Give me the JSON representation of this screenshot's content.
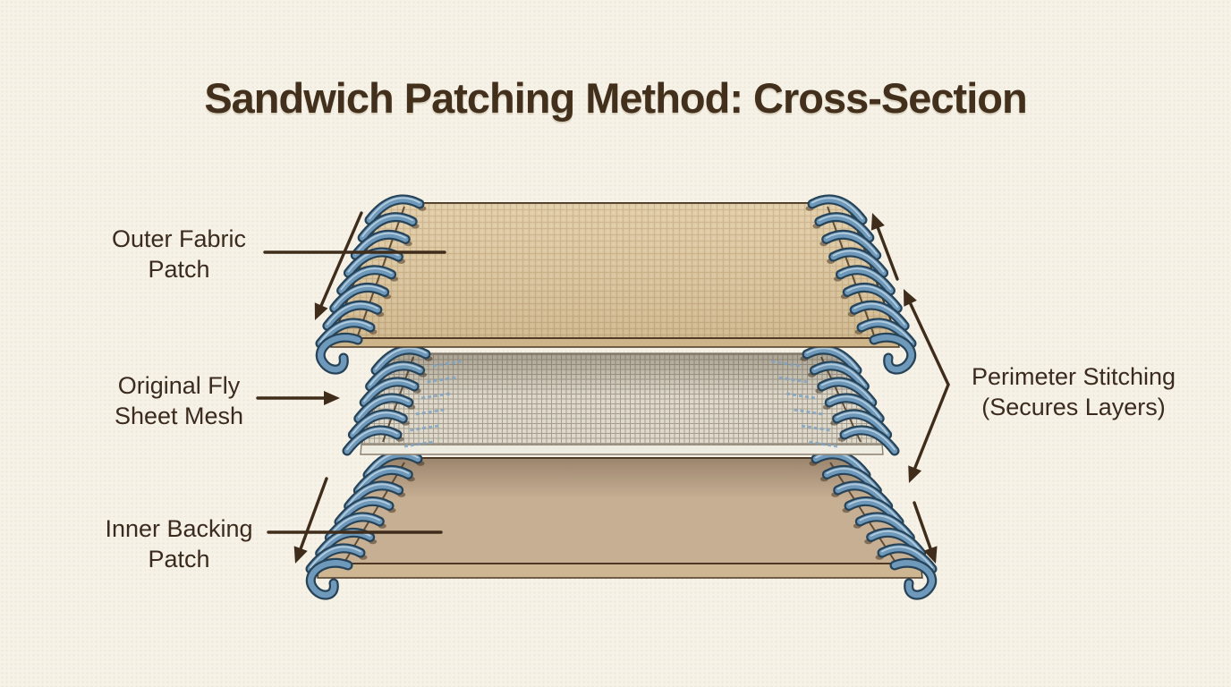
{
  "title": "Sandwich Patching Method: Cross-Section",
  "labels": {
    "outer": {
      "line1": "Outer Fabric",
      "line2": "Patch"
    },
    "mesh": {
      "line1": "Original Fly",
      "line2": "Sheet Mesh"
    },
    "inner": {
      "line1": "Inner Backing",
      "line2": "Patch"
    },
    "perimeter": {
      "line1": "Perimeter Stitching",
      "line2": "(Secures Layers)"
    }
  },
  "layers": [
    {
      "id": "outer-fabric-patch",
      "label": "Outer Fabric Patch"
    },
    {
      "id": "original-fly-sheet-mesh",
      "label": "Original Fly Sheet Mesh"
    },
    {
      "id": "inner-backing-patch",
      "label": "Inner Backing Patch"
    }
  ],
  "colors": {
    "background": "#f6f2e7",
    "title_text": "#42301c",
    "label_text": "#3b2b1e",
    "arrow": "#3f2c1a",
    "stitch_blue": "#6f99bb",
    "stitch_outline": "#274358",
    "stitch_highlight": "#c4d8e6",
    "fabric_tan": "#dfc9a0",
    "fabric_side": "#cdb489",
    "mesh_gray": "#ded9ca",
    "mesh_side": "#eeebe0",
    "backing_tan": "#c7af93",
    "backing_side": "#cfb693",
    "seam_brown": "#503b26",
    "outline_brown": "#4c3824",
    "mesh_outline": "#8a8070",
    "mesh_dash_blue": "#7ea3c4"
  }
}
